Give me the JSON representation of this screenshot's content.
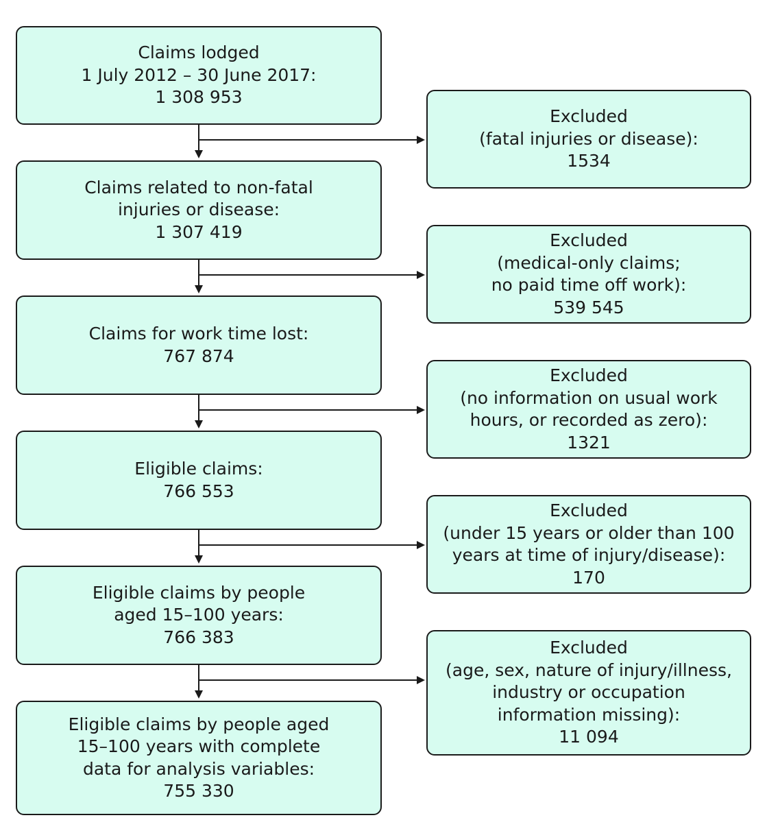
{
  "main_flow": [
    {
      "lines": [
        "Claims lodged",
        "1 July 2012 – 30 June 2017:",
        "1 308 953"
      ]
    },
    {
      "lines": [
        "Claims related to non-fatal",
        "injuries or disease:",
        "1 307 419"
      ]
    },
    {
      "lines": [
        "Claims for work time lost:",
        "767 874"
      ]
    },
    {
      "lines": [
        "Eligible claims:",
        "766 553"
      ]
    },
    {
      "lines": [
        "Eligible claims by people",
        "aged 15–100 years:",
        "766 383"
      ]
    },
    {
      "lines": [
        "Eligible claims by people aged",
        "15–100 years with complete",
        "data for analysis variables:",
        "755 330"
      ]
    }
  ],
  "exclusions": [
    {
      "lines": [
        "Excluded",
        "(fatal injuries or disease):",
        "1534"
      ]
    },
    {
      "lines": [
        "Excluded",
        "(medical-only claims;",
        "no paid time off work):",
        "539 545"
      ]
    },
    {
      "lines": [
        "Excluded",
        "(no information on usual work",
        "hours, or recorded as zero):",
        "1321"
      ]
    },
    {
      "lines": [
        "Excluded",
        "(under 15 years or older than 100",
        "years at time of injury/disease):",
        "170"
      ]
    },
    {
      "lines": [
        "Excluded",
        "(age, sex, nature of injury/illness,",
        "industry or occupation",
        "information missing):",
        "11 094"
      ]
    }
  ],
  "colors": {
    "box_fill": "#d7fcf0",
    "stroke": "#1a1a1a"
  }
}
